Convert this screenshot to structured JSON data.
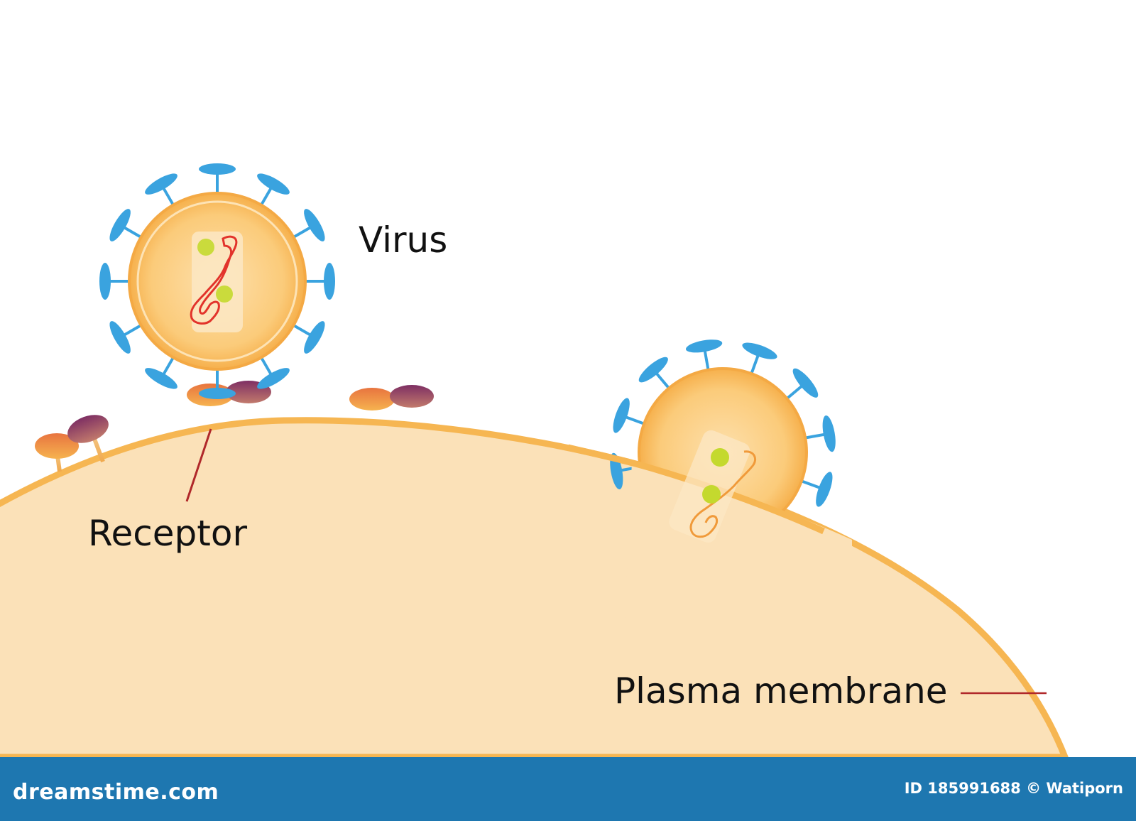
{
  "labels": {
    "virus": "Virus",
    "receptor": "Receptor",
    "plasma_membrane": "Plasma membrane"
  },
  "footer": {
    "site": "dreamstime.com",
    "credit": "ID 185991688 © Watiporn"
  },
  "colors": {
    "background": "#ffffff",
    "cell_fill": "#fbe1b8",
    "membrane": "#f6b652",
    "virus_body": "#f9bf5e",
    "spike": "#3aa3df",
    "receptor_orange": "#f08a3e",
    "receptor_purple": "#8e3c6b",
    "rna": "#e2332b",
    "protein": "#c4d92e",
    "leader_line": "#b0282a",
    "footer_bar": "#1e77b0"
  }
}
